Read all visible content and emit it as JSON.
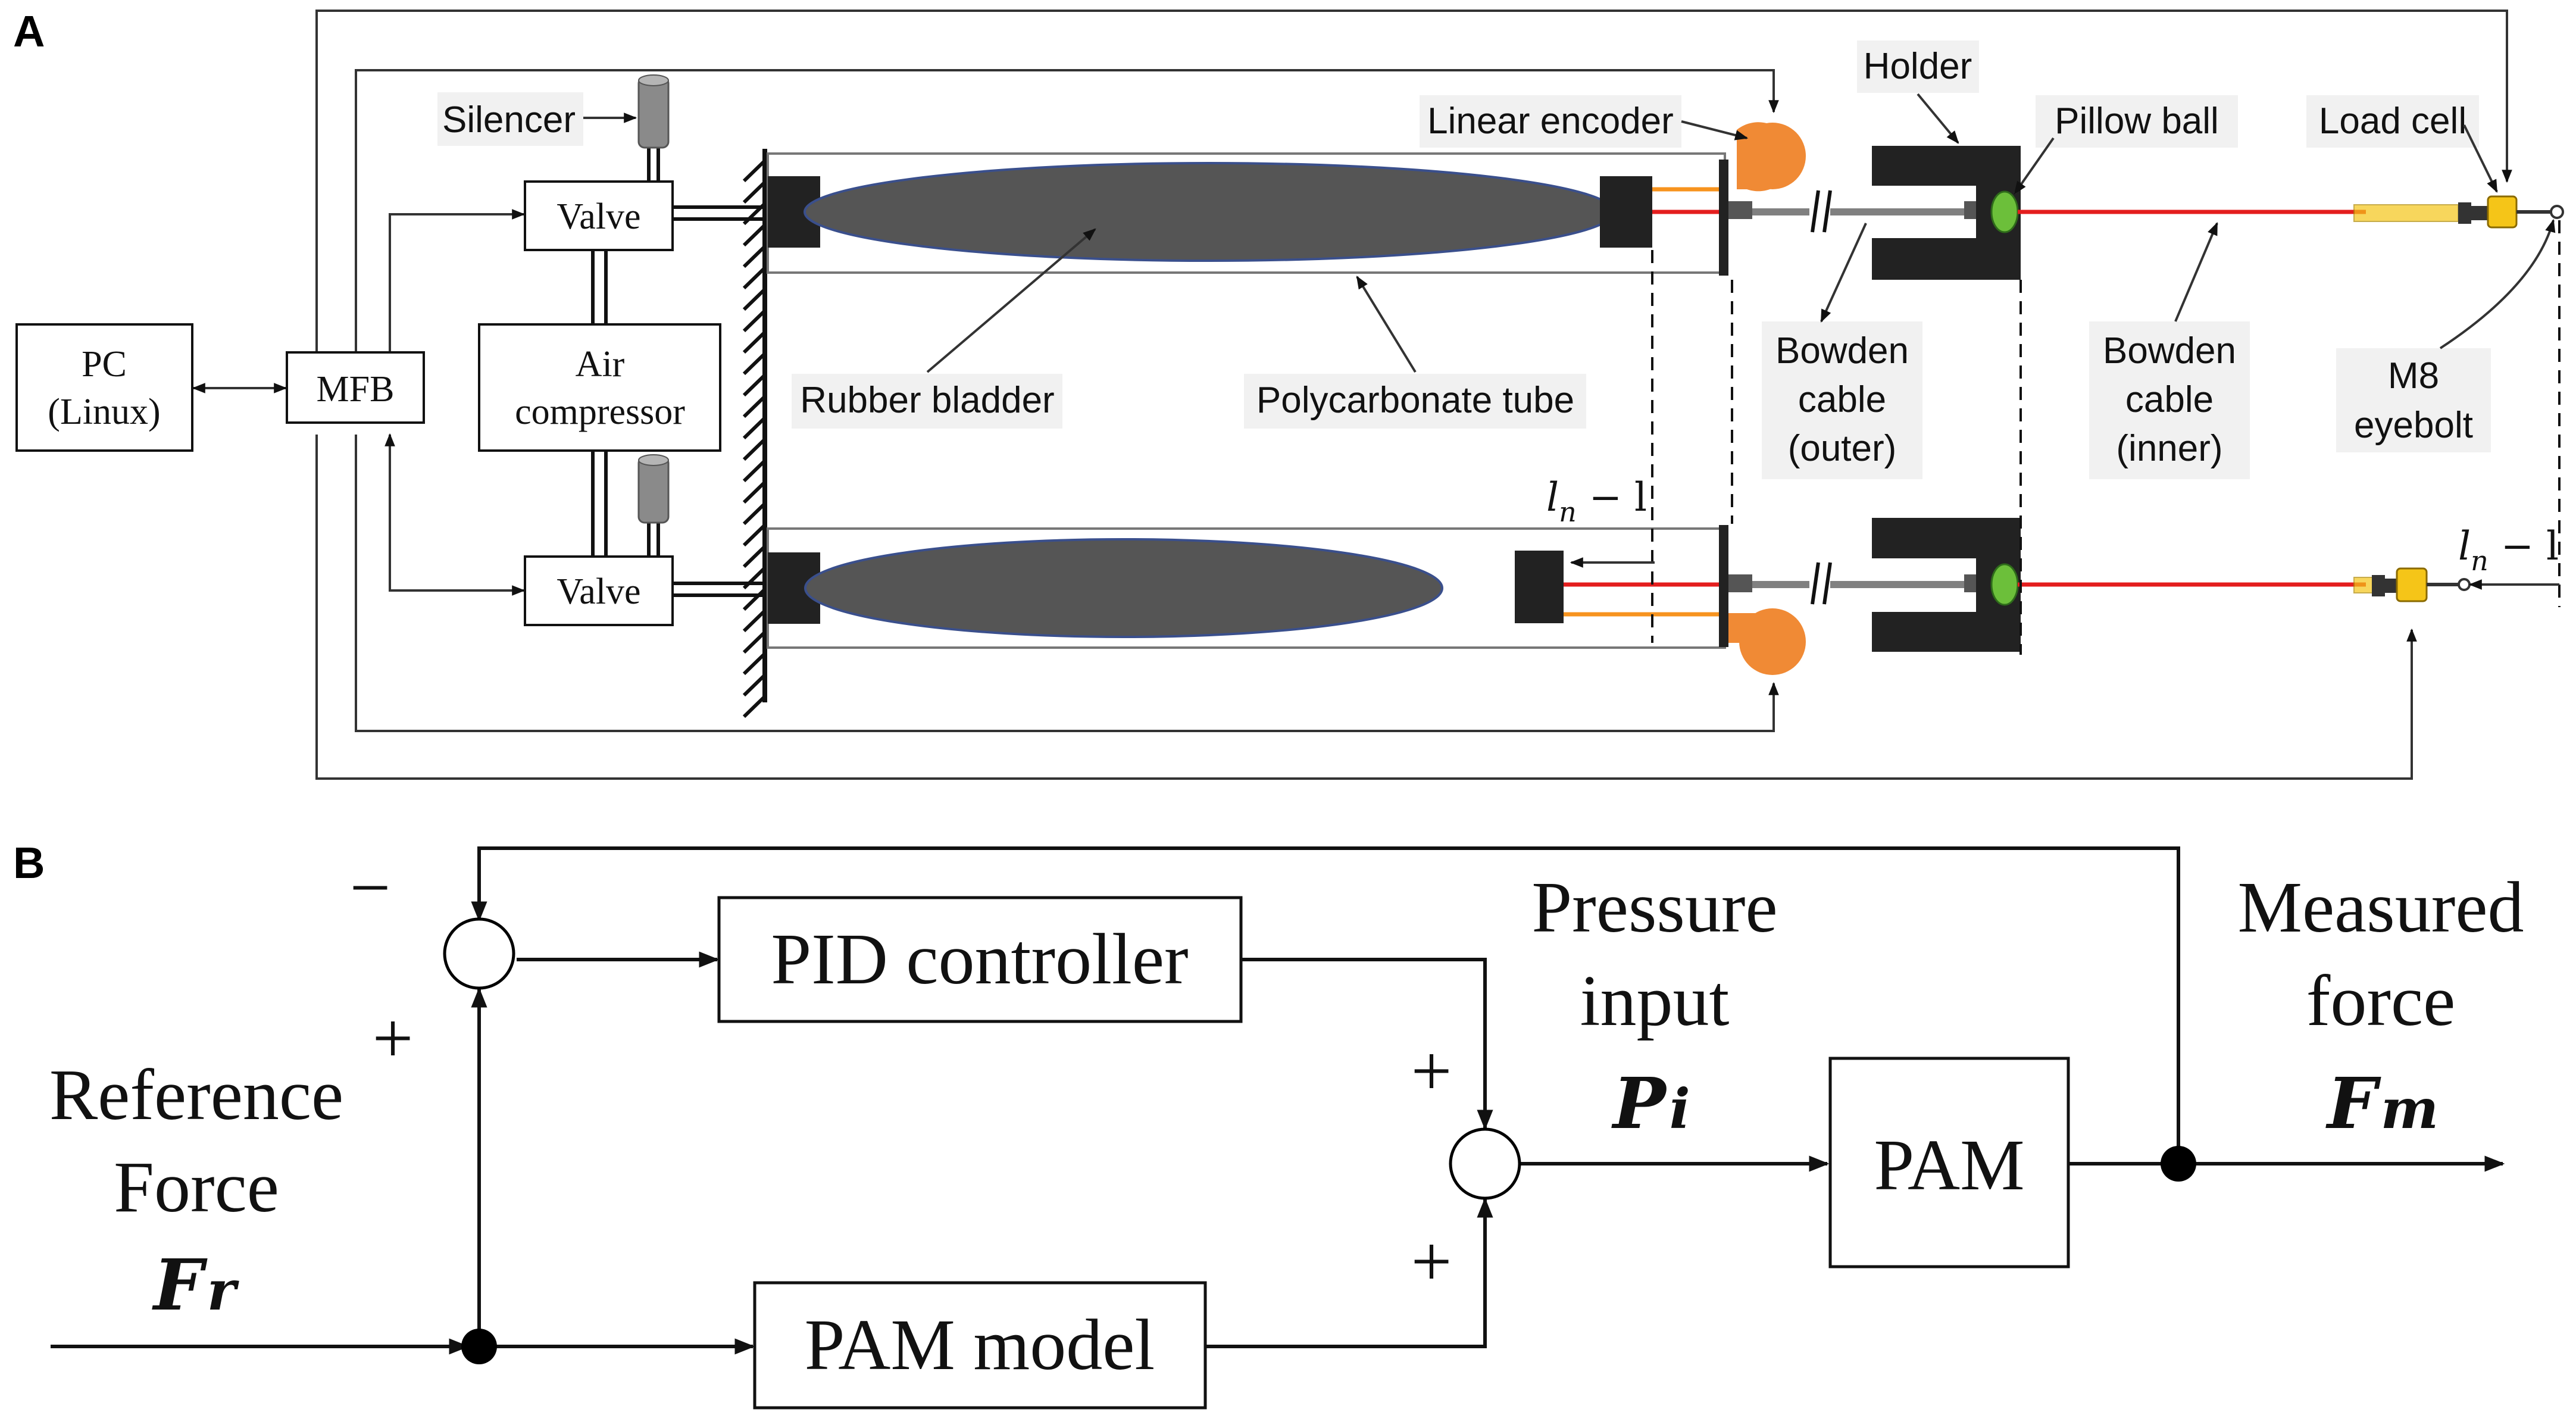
{
  "panels": {
    "a": "A",
    "b": "B"
  },
  "panel_a": {
    "pc_line1": "PC",
    "pc_line2": "(Linux)",
    "mfb": "MFB",
    "valve_top": "Valve",
    "valve_bottom": "Valve",
    "air_line1": "Air",
    "air_line2": "compressor",
    "silencer": "Silencer",
    "rubber_bladder": "Rubber bladder",
    "polycarbonate_tube": "Polycarbonate tube",
    "linear_encoder": "Linear encoder",
    "holder": "Holder",
    "pillow_ball": "Pillow ball",
    "load_cell": "Load cell",
    "bowden_outer_1": "Bowden",
    "bowden_outer_2": "cable",
    "bowden_outer_3": "(outer)",
    "bowden_inner_1": "Bowden",
    "bowden_inner_2": "cable",
    "bowden_inner_3": "(inner)",
    "eyebolt_1": "M8",
    "eyebolt_2": "eyebolt",
    "disp_a_base": "l",
    "disp_a_sub": "n",
    "disp_a_tail": " − l",
    "disp_b_base": "l",
    "disp_b_sub": "n",
    "disp_b_tail": " − l"
  },
  "panel_b": {
    "minus": "−",
    "plus_top": "+",
    "plus_sum_top": "+",
    "plus_sum_bottom": "+",
    "pid": "PID controller",
    "pam_model": "PAM model",
    "pam": "PAM",
    "ref_1": "Reference",
    "ref_2": "Force",
    "ref_sym": "F",
    "ref_sub": "r",
    "press_1": "Pressure",
    "press_2": "input",
    "press_sym": "P",
    "press_sub": "i",
    "meas_1": "Measured",
    "meas_2": "force",
    "meas_sym": "F",
    "meas_sub": "m"
  },
  "colors": {
    "bladder": "#555555",
    "encoder": "#f08a35",
    "inner_cable": "#e41e1e",
    "holder": "#222222",
    "pillow_ball": "#6cbf3a",
    "load_cell": "#f5c518"
  }
}
